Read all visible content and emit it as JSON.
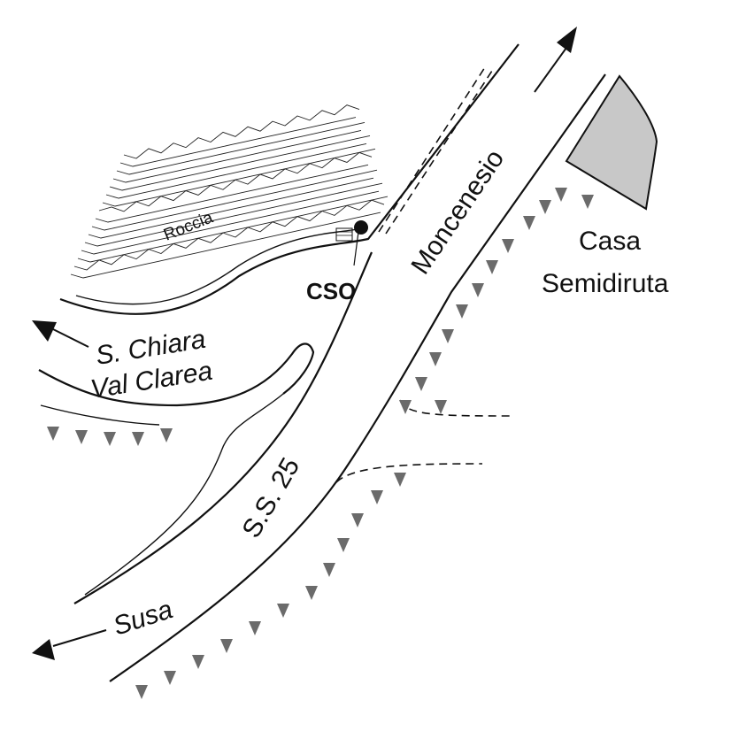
{
  "labels": {
    "roccia": "Roccia",
    "cso": "CSO",
    "moncenesio": "Moncenesio",
    "casa_line1": "Casa",
    "casa_line2": "Semidiruta",
    "chiara_line1": "S. Chiara",
    "chiara_line2": "Val Clarea",
    "ss25": "S.S. 25",
    "susa": "Susa"
  },
  "colors": {
    "line": "#111111",
    "building_fill": "#c8c8c8",
    "embankment": "#6b6b6b"
  },
  "icons": [
    "arrow-moncenesio-icon",
    "arrow-chiara-icon",
    "arrow-susa-icon",
    "cso-marker-icon",
    "embankment-tick-icon"
  ]
}
